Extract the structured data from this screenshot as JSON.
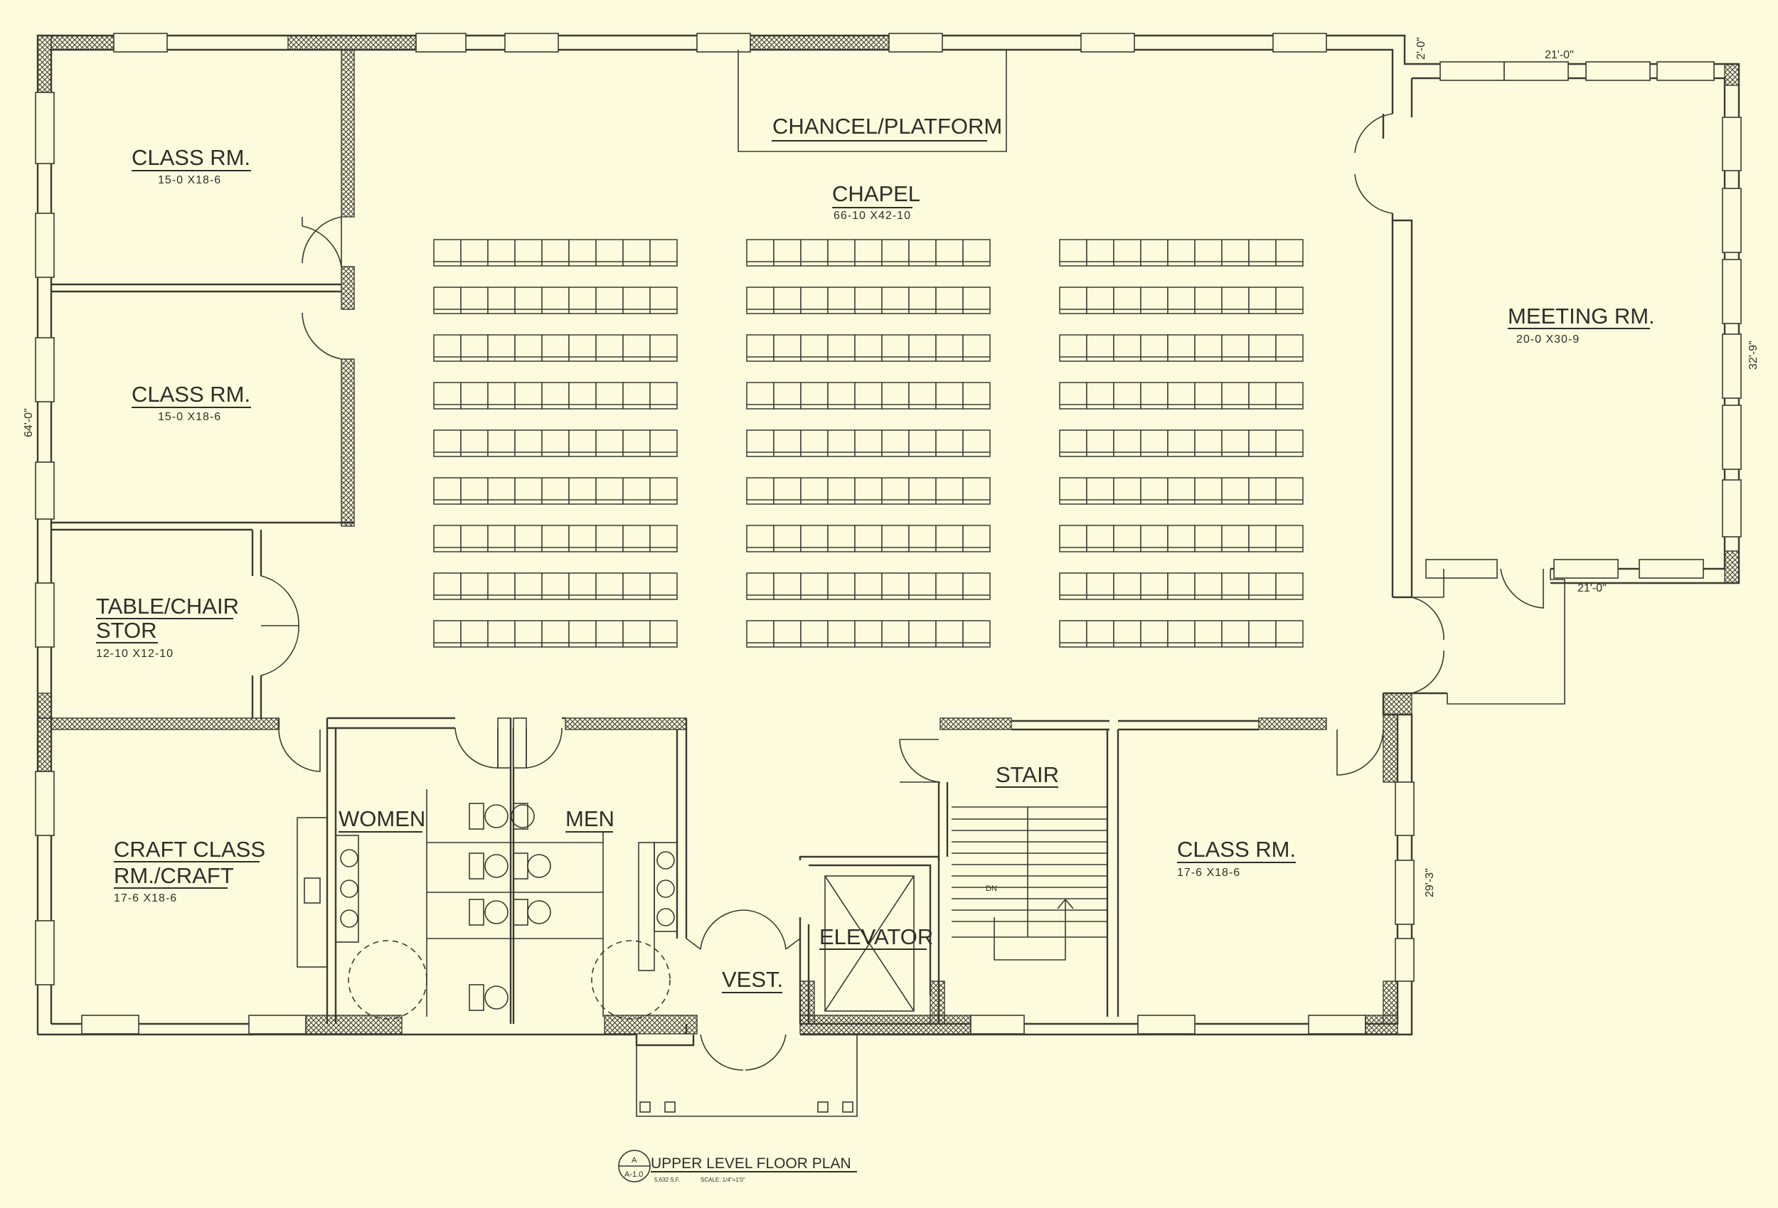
{
  "title": "UPPER LEVEL FLOOR PLAN",
  "title_block": {
    "sheet": "A-1.0",
    "marker": "A",
    "area": "5,632 S.F.",
    "scale": "SCALE: 1/4\"=1'0\""
  },
  "rooms": {
    "chancel": {
      "label": "CHANCEL/PLATFORM"
    },
    "chapel": {
      "label": "CHAPEL",
      "size": "66-10 X42-10"
    },
    "class_1": {
      "label": "CLASS RM.",
      "size": "15-0 X18-6"
    },
    "class_2": {
      "label": "CLASS RM.",
      "size": "15-0 X18-6"
    },
    "table_chair": {
      "label_1": "TABLE/CHAIR",
      "label_2": "STOR",
      "size": "12-10 X12-10"
    },
    "craft": {
      "label_1": "CRAFT CLASS",
      "label_2": "RM./CRAFT",
      "size": "17-6 X18-6"
    },
    "women": {
      "label": "WOMEN"
    },
    "men": {
      "label": "MEN"
    },
    "vest": {
      "label": "VEST."
    },
    "elevator": {
      "label": "ELEVATOR"
    },
    "stair": {
      "label": "STAIR",
      "dn": "DN"
    },
    "class_3": {
      "label": "CLASS RM.",
      "size": "17-6 X18-6"
    },
    "meeting": {
      "label": "MEETING RM.",
      "size": "20-0 X30-9"
    }
  },
  "dimensions": {
    "left_height": "64'-0\"",
    "top_offset": "2'-0\"",
    "meeting_top": "21'-0\"",
    "meeting_bottom": "21'-0\"",
    "meeting_side": "32'-9\"",
    "right_lower": "29'-3\""
  },
  "seating": {
    "blocks": 3,
    "rows_per_block": 9,
    "seats_per_row": 9
  }
}
